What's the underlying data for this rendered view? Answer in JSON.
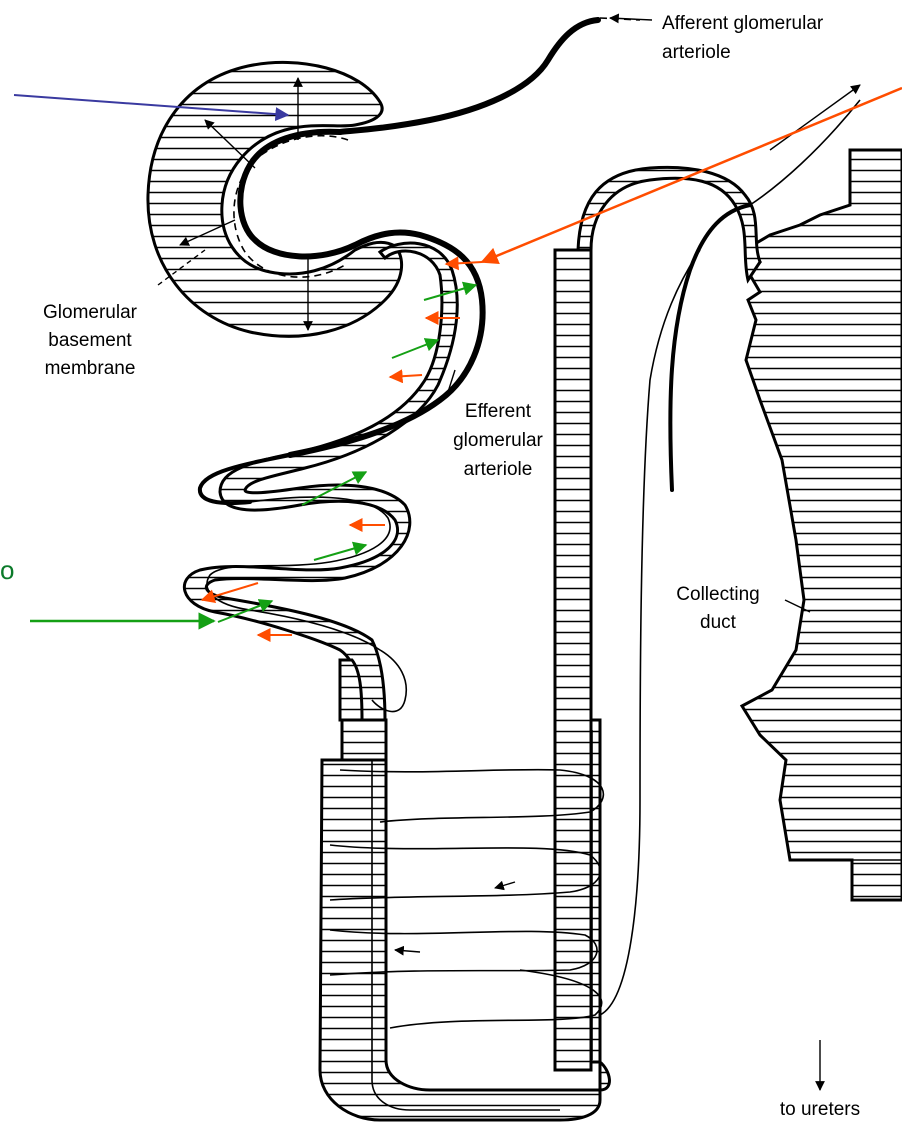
{
  "labels": {
    "afferent": "Afferent glomerular",
    "afferent_2": "arteriole",
    "efferent_1": "Efferent",
    "efferent_2": "glomerular",
    "efferent_3": "arteriole",
    "gbm_1": "Glomerular",
    "gbm_2": "basement",
    "gbm_3": "membrane",
    "collecting_1": "Collecting",
    "collecting_2": "duct",
    "ureters": "to ureters",
    "cutoff_left": "o"
  },
  "colors": {
    "blue_arrow": "#3a3aa0",
    "orange_arrow": "#ff4d00",
    "green_arrow": "#14a014",
    "cutoff_text": "#0b7a2a"
  }
}
